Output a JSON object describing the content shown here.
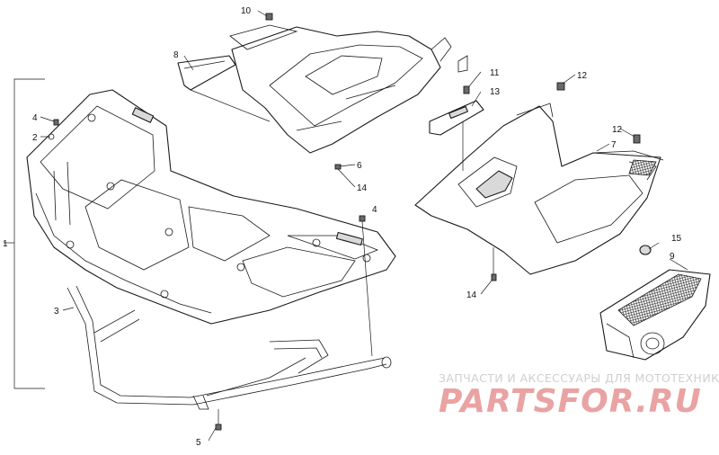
{
  "callouts": {
    "c1": "1",
    "c2": "2",
    "c3": "3",
    "c4a": "4",
    "c4b": "4",
    "c5": "5",
    "c6": "6",
    "c7": "7",
    "c8": "8",
    "c9": "9",
    "c10": "10",
    "c11": "11",
    "c12a": "12",
    "c12b": "12",
    "c13": "13",
    "c14a": "14",
    "c14b": "14",
    "c15": "15"
  },
  "watermark": {
    "tagline": "ЗАПЧАСТИ И АКСЕССУАРЫ ДЛЯ МОТОТЕХНИКИ",
    "logo": "PARTSFOR.RU",
    "color": "#e9a3a3"
  }
}
